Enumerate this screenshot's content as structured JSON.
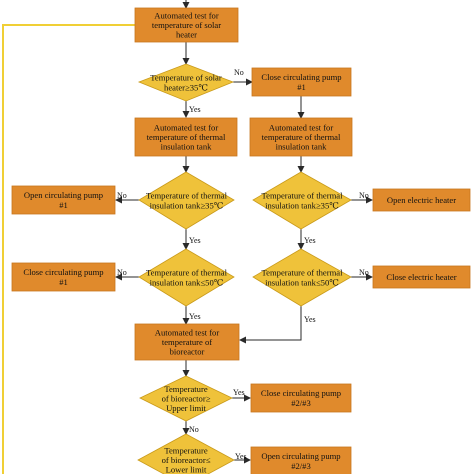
{
  "nodes": {
    "test_solar": [
      "Automated test for",
      "temperature of solar",
      "heater"
    ],
    "cond_solar": [
      "Temperature of solar",
      "heater≥35℃"
    ],
    "close_p1_a": [
      "Close circulating pump",
      "#1"
    ],
    "test_tank_left": [
      "Automated test for",
      "temperature of thermal",
      "insulation tank"
    ],
    "test_tank_right": [
      "Automated test for",
      "temperature of thermal",
      "insulation tank"
    ],
    "open_p1": [
      "Open circulating pump",
      "#1"
    ],
    "cond_tank_ge_l": [
      "Temperature of thermal",
      "insulation tank≥35℃"
    ],
    "cond_tank_ge_r": [
      "Temperature of thermal",
      "insulation tank≥35℃"
    ],
    "open_heater": [
      "Open  electric heater"
    ],
    "close_p1_b": [
      "Close circulating pump",
      "#1"
    ],
    "cond_tank_le_l": [
      "Temperature of thermal",
      "insulation tank≤50℃"
    ],
    "cond_tank_le_r": [
      "Temperature of thermal",
      "insulation tank≤50℃"
    ],
    "close_heater": [
      "Close electric heater"
    ],
    "test_bio": [
      "Automated test for",
      "temperature of",
      "bioreactor"
    ],
    "cond_bio_upper": [
      "Temperature",
      "of bioreactor≥",
      "Upper limit"
    ],
    "close_p23": [
      "Close circulating pump",
      "#2/#3"
    ],
    "cond_bio_lower": [
      "Temperature",
      "of bioreactor≤",
      "Lower limit"
    ],
    "open_p23": [
      "Open circulating pump",
      "#2/#3"
    ]
  },
  "edge_labels": {
    "no": "No",
    "yes": "Yes"
  }
}
